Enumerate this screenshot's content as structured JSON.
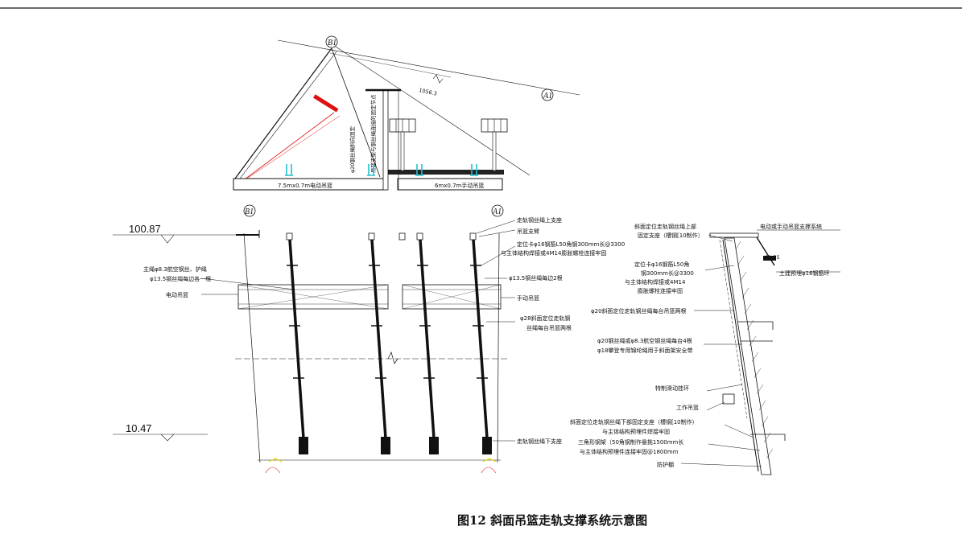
{
  "caption": "图12   斜面吊篮走轨支撑系统示意图",
  "plan": {
    "axis_b1": "B1",
    "axis_a1": "A1",
    "dimension": "1056.3",
    "electric_basket": "7.5mx0.7m电动吊篮",
    "manual_basket": "6mx0.7m手动吊篮",
    "vertical_note_1": "φ20钢丝绳斜向固定",
    "vertical_note_2": "吊篮支架与钢丝绳连接的固定节点"
  },
  "elevation": {
    "axis_b1": "B1",
    "axis_a1": "A1",
    "level_top": "100.87",
    "level_bottom": "10.47",
    "labels": {
      "rail_upper_support": "走轨钢丝绳上支座",
      "basket_arm": "吊篮支臂",
      "locator_card": "定位卡φ16钢筋L50角钢300mm长@3300",
      "locator_card_2": "与主体结构焊接或4M14膨胀螺栓连接牢固",
      "main_rope": "主绳φ8.3航空钢丝、护绳",
      "main_rope_2": "φ13.5钢丝绳每边各一根",
      "rope_135": "φ13.5钢丝绳每边2根",
      "electric_basket": "电动吊篮",
      "manual_basket": "手动吊篮",
      "rope_28": "φ28斜面定位走轨钢",
      "rope_28_2": "丝绳每台吊篮两根",
      "rail_lower_support": "走轨钢丝绳下支座"
    }
  },
  "section": {
    "labels": {
      "upper_fixed": "斜面定位走轨钢丝绳上部",
      "upper_fixed_2": "固定支座（槽钢[10制作）",
      "electric_manual_frame": "电动或手动吊篮支撑系统",
      "angle": "89.55",
      "rebar_ring": "土建预埋φ16钢筋环",
      "locator": "定位卡φ16钢筋L50角",
      "locator_2": "钢300mm长@3300",
      "locator_3": "与主体结构焊接或4M14",
      "locator_4": "膨胀螺栓连接牢固",
      "rope_20": "φ20斜面定位走轨钢丝绳每台吊篮两根",
      "rope_20_b": "φ20钢丝绳或φ8.3航空钢丝绳每台4根",
      "rope_18": "φ18攀登专用锦纶绳用于斜面架安全带",
      "sliding_buckle": "特制滑动挂环",
      "work_basket": "工作吊篮",
      "lower_fixed": "斜面定位走轨钢丝绳下部固定支座（槽钢[10制作）",
      "lower_fixed_2": "与主体结构预埋件焊接牢固",
      "tri_bracket": "三角形钢架（50角钢制作悬挑1500mm长",
      "tri_bracket_2": "与主体结构预埋件连接牢固@1800mm",
      "guard": "防护棚"
    }
  },
  "colors": {
    "line": "#111111",
    "red": "#dd1111",
    "cyan": "#22c0d0",
    "yellow": "#e8d800"
  }
}
